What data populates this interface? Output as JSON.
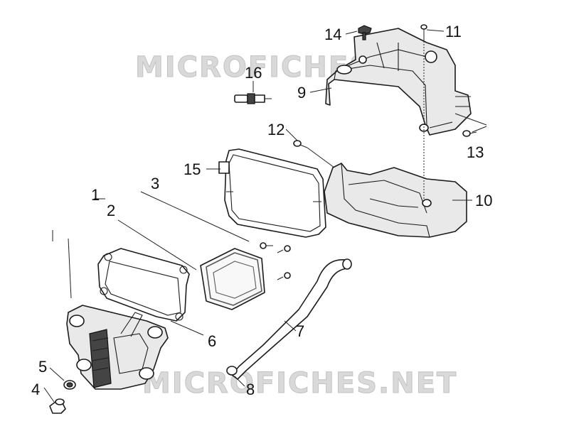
{
  "watermark": {
    "top": "MICROFICHES.NET",
    "bottom": "MICROFICHES.NET"
  },
  "callouts": [
    "1",
    "2",
    "3",
    "4",
    "5",
    "6",
    "7",
    "8",
    "9",
    "10",
    "11",
    "12",
    "13",
    "14",
    "15",
    "16"
  ],
  "colors": {
    "line": "#1c1c1c",
    "fill": "#e9e9e9",
    "watermark": "#d9d9d9"
  }
}
